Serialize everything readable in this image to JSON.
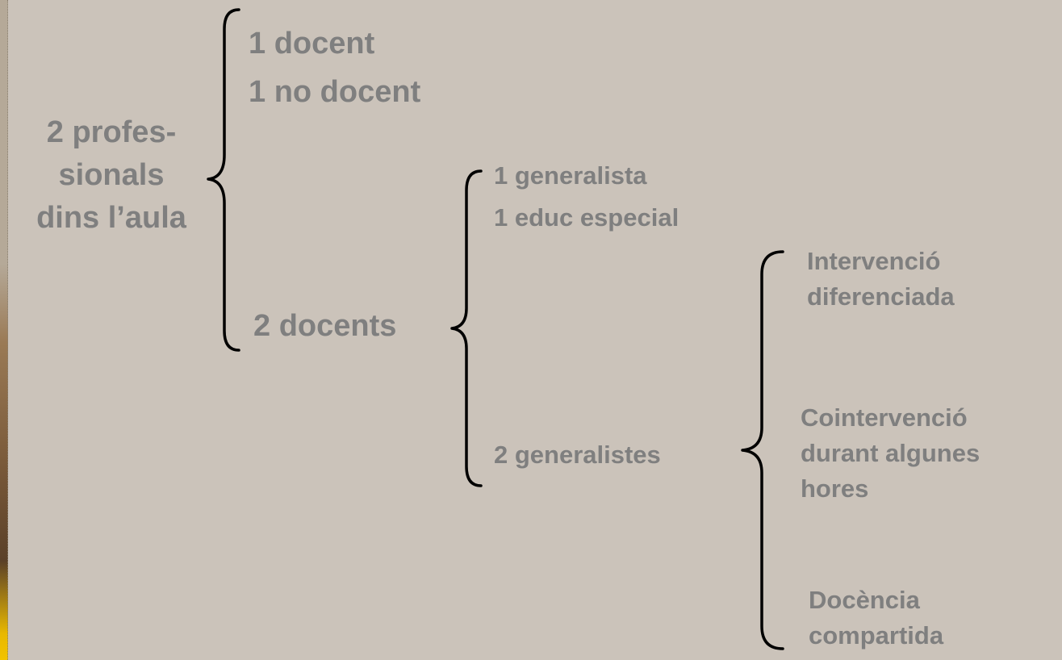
{
  "diagram": {
    "root": "2 profes-\nsionals\ndins l’aula",
    "branch1": {
      "option_a": "1 docent",
      "option_b": "1 no docent"
    },
    "branch2": {
      "label": "2 docents",
      "option_a": "1 generalista",
      "option_b": "1 educ especial"
    },
    "branch3": {
      "label": "2 generalistes",
      "option_a": "Intervenció\ndiferenciada",
      "option_b": "Cointervenció\ndurant algunes\nhores",
      "option_c": "Docència\ncompartida"
    }
  },
  "colors": {
    "background": "#cbc3ba",
    "text": "#7f7f7f",
    "brace": "#000000"
  }
}
